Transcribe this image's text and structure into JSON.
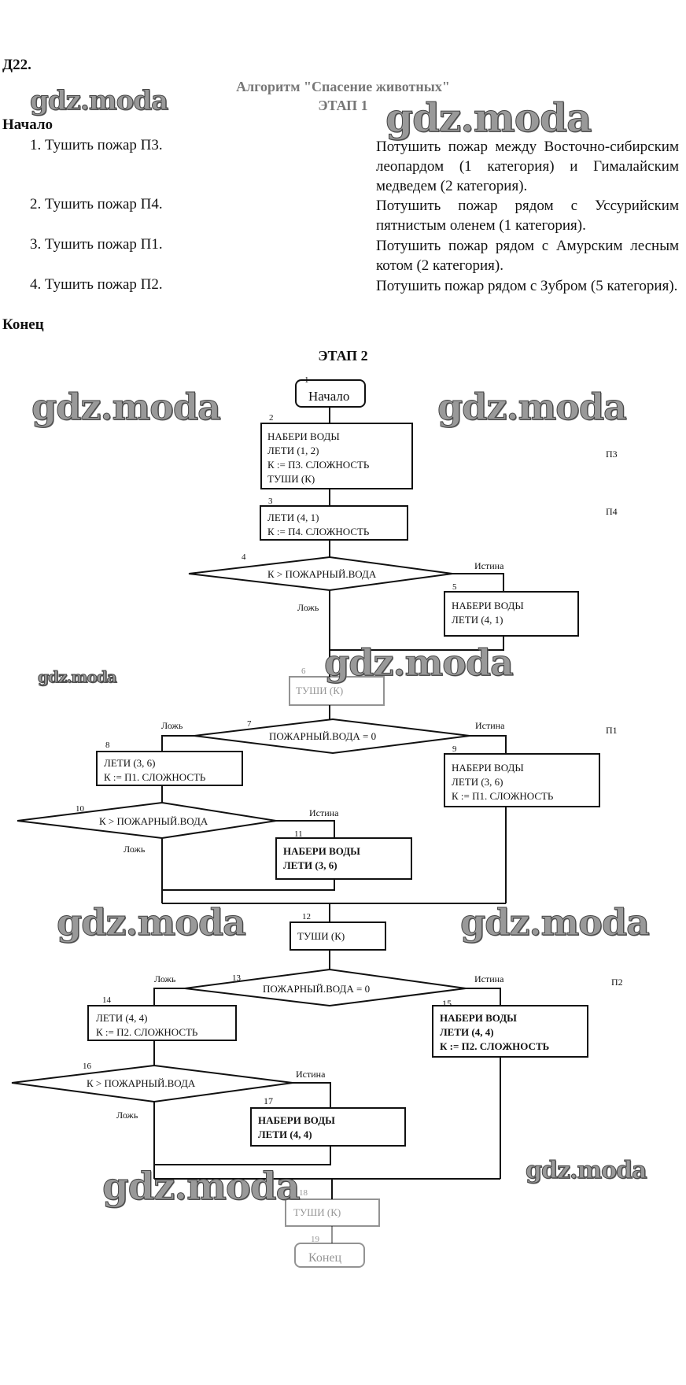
{
  "task_label": "Д22.",
  "algorithm_title": "Алгоритм \"Спасение животных\"",
  "stage1": {
    "title": "ЭТАП 1",
    "start": "Начало",
    "end": "Конец",
    "steps": [
      {
        "action": "1. Тушить пожар П3.",
        "description": "Потушить пожар между Восточно-сибирским леопардом (1 категория) и Гималайским медведем (2 категория)."
      },
      {
        "action": "2. Тушить пожар П4.",
        "description": "Потушить пожар рядом с Уссурийским пятнистым оленем (1 категория)."
      },
      {
        "action": "3. Тушить пожар П1.",
        "description": "Потушить пожар рядом с Амурским лесным котом (2 категория)."
      },
      {
        "action": "4. Тушить пожар П2.",
        "description": "Потушить пожар рядом с Зубром (5 категория)."
      }
    ]
  },
  "stage2": {
    "title": "ЭТАП 2",
    "branch_true": "Истина",
    "branch_false": "Ложь",
    "side_labels": [
      "П3",
      "П4",
      "П1",
      "П2"
    ],
    "blocks": [
      {
        "n": "1",
        "lines": [
          "Начало"
        ]
      },
      {
        "n": "2",
        "lines": [
          "НАБЕРИ ВОДЫ",
          "ЛЕТИ (1, 2)",
          "К := П3. СЛОЖНОСТЬ",
          "ТУШИ (К)"
        ]
      },
      {
        "n": "3",
        "lines": [
          "ЛЕТИ (4, 1)",
          "К := П4. СЛОЖНОСТЬ"
        ]
      },
      {
        "n": "4",
        "lines": [
          "К > ПОЖАРНЫЙ.ВОДА"
        ]
      },
      {
        "n": "5",
        "lines": [
          "НАБЕРИ ВОДЫ",
          "ЛЕТИ (4, 1)"
        ]
      },
      {
        "n": "6",
        "lines": [
          "ТУШИ (К)"
        ]
      },
      {
        "n": "7",
        "lines": [
          "ПОЖАРНЫЙ.ВОДА = 0"
        ]
      },
      {
        "n": "8",
        "lines": [
          "ЛЕТИ (3, 6)",
          "К := П1. СЛОЖНОСТЬ"
        ]
      },
      {
        "n": "9",
        "lines": [
          "НАБЕРИ ВОДЫ",
          "ЛЕТИ (3, 6)",
          "К := П1. СЛОЖНОСТЬ"
        ]
      },
      {
        "n": "10",
        "lines": [
          "К > ПОЖАРНЫЙ.ВОДА"
        ]
      },
      {
        "n": "11",
        "lines": [
          "НАБЕРИ ВОДЫ",
          "ЛЕТИ (3, 6)"
        ]
      },
      {
        "n": "12",
        "lines": [
          "ТУШИ (К)"
        ]
      },
      {
        "n": "13",
        "lines": [
          "ПОЖАРНЫЙ.ВОДА = 0"
        ]
      },
      {
        "n": "14",
        "lines": [
          "ЛЕТИ (4, 4)",
          "К := П2. СЛОЖНОСТЬ"
        ]
      },
      {
        "n": "15",
        "lines": [
          "НАБЕРИ ВОДЫ",
          "ЛЕТИ (4, 4)",
          "К := П2. СЛОЖНОСТЬ"
        ]
      },
      {
        "n": "16",
        "lines": [
          "К > ПОЖАРНЫЙ.ВОДА"
        ]
      },
      {
        "n": "17",
        "lines": [
          "НАБЕРИ ВОДЫ",
          "ЛЕТИ (4, 4)"
        ]
      },
      {
        "n": "18",
        "lines": [
          "ТУШИ (К)"
        ]
      },
      {
        "n": "19",
        "lines": [
          "Конец"
        ]
      }
    ]
  },
  "watermark": "gdz.moda"
}
